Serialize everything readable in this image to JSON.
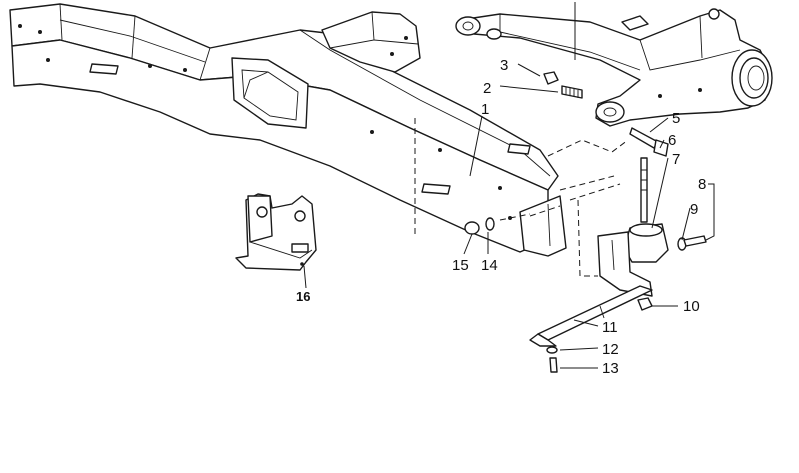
{
  "callouts": [
    {
      "id": "1",
      "label": "1"
    },
    {
      "id": "2",
      "label": "2"
    },
    {
      "id": "3",
      "label": "3"
    },
    {
      "id": "5",
      "label": "5"
    },
    {
      "id": "6",
      "label": "6"
    },
    {
      "id": "7",
      "label": "7"
    },
    {
      "id": "8",
      "label": "8"
    },
    {
      "id": "9",
      "label": "9"
    },
    {
      "id": "10",
      "label": "10"
    },
    {
      "id": "11",
      "label": "11"
    },
    {
      "id": "12",
      "label": "12"
    },
    {
      "id": "13",
      "label": "13"
    },
    {
      "id": "14",
      "label": "14"
    },
    {
      "id": "15",
      "label": "15"
    },
    {
      "id": "16",
      "label": "16"
    }
  ]
}
